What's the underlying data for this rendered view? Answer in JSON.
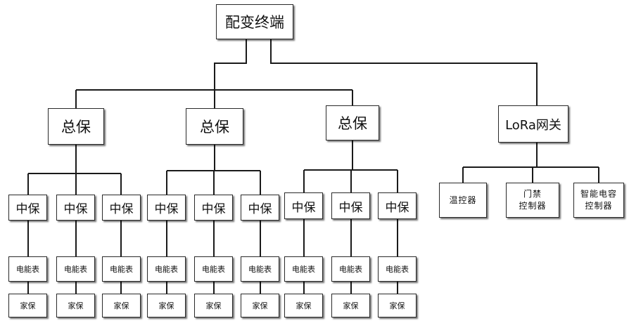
{
  "diagram": {
    "root": {
      "label": "配变终端"
    },
    "breakers": [
      {
        "label": "总保",
        "sub": [
          {
            "label": "中保",
            "meter": "电能表",
            "home": "家保"
          },
          {
            "label": "中保",
            "meter": "电能表",
            "home": "家保"
          },
          {
            "label": "中保",
            "meter": "电能表",
            "home": "家保"
          }
        ]
      },
      {
        "label": "总保",
        "sub": [
          {
            "label": "中保",
            "meter": "电能表",
            "home": "家保"
          },
          {
            "label": "中保",
            "meter": "电能表",
            "home": "家保"
          },
          {
            "label": "中保",
            "meter": "电能表",
            "home": "家保"
          }
        ]
      },
      {
        "label": "总保",
        "sub": [
          {
            "label": "中保",
            "meter": "电能表",
            "home": "家保"
          },
          {
            "label": "中保",
            "meter": "电能表",
            "home": "家保"
          },
          {
            "label": "中保",
            "meter": "电能表",
            "home": "家保"
          }
        ]
      }
    ],
    "gateway": {
      "label": "LoRa网关",
      "devices": [
        {
          "label": "温控器"
        },
        {
          "label": "门禁\n控制器"
        },
        {
          "label": "智能电容\n控制器"
        }
      ]
    }
  }
}
